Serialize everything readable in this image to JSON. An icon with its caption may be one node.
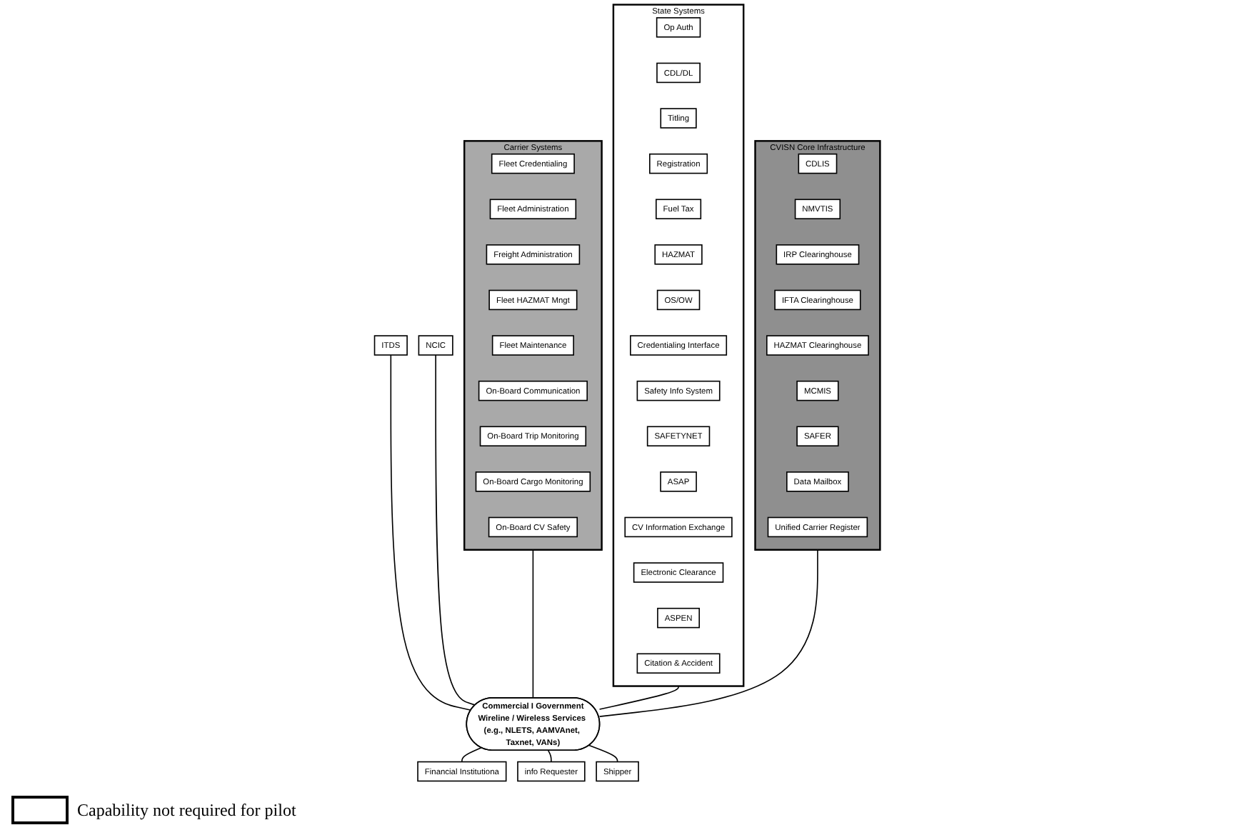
{
  "diagram": {
    "nodes": [
      {
        "text": [
          "Carrier Systems"
        ]
      },
      {
        "text": [
          "Fleet Credentialing"
        ],
        "in": 0
      },
      {
        "text": [
          "Fleet Administration"
        ],
        "in": 0
      },
      {
        "text": [
          "Freight Administration"
        ],
        "in": 0
      },
      {
        "text": [
          "Fleet HAZMAT Mngt"
        ],
        "in": 0
      },
      {
        "text": [
          "Fleet Maintenance"
        ],
        "in": 0
      },
      {
        "text": [
          "On-Board Communication"
        ],
        "in": 0
      },
      {
        "text": [
          "On-Board Trip Monitoring"
        ],
        "in": 0
      },
      {
        "text": [
          "On-Board Cargo Monitoring"
        ],
        "in": 0
      },
      {
        "text": [
          "On-Board CV Safety"
        ],
        "in": 0
      },
      {
        "text": [
          "State Systems"
        ]
      },
      {
        "text": [
          "Op Auth"
        ],
        "in": 10
      },
      {
        "text": [
          "CDL/DL"
        ],
        "in": 10
      },
      {
        "text": [
          "Titling"
        ],
        "in": 10
      },
      {
        "text": [
          "Registration"
        ],
        "in": 10
      },
      {
        "text": [
          "Fuel Tax"
        ],
        "in": 10
      },
      {
        "text": [
          "HAZMAT"
        ],
        "in": 10
      },
      {
        "text": [
          "OS/OW"
        ],
        "in": 10
      },
      {
        "text": [
          "Credentialing Interface"
        ],
        "in": 10
      },
      {
        "text": [
          "Safety Info System"
        ],
        "in": 10
      },
      {
        "text": [
          "SAFETYNET"
        ],
        "in": 10
      },
      {
        "text": [
          "ASAP"
        ],
        "in": 10
      },
      {
        "text": [
          "CV Information Exchange"
        ],
        "in": 10
      },
      {
        "text": [
          "Electronic Clearance"
        ],
        "in": 10
      },
      {
        "text": [
          "ASPEN"
        ],
        "in": 10
      },
      {
        "text": [
          "Citation & Accident"
        ],
        "in": 10
      },
      {
        "text": [
          "CVISN Core Infrastructure"
        ]
      },
      {
        "text": [
          "CDLIS"
        ],
        "in": 26
      },
      {
        "text": [
          "NMVTIS"
        ],
        "in": 26
      },
      {
        "text": [
          "IRP Clearinghouse"
        ],
        "in": 26
      },
      {
        "text": [
          "IFTA Clearinghouse"
        ],
        "in": 26
      },
      {
        "text": [
          "HAZMAT Clearinghouse"
        ],
        "in": 26
      },
      {
        "text": [
          "MCMIS"
        ],
        "in": 26
      },
      {
        "text": [
          "SAFER"
        ],
        "in": 26
      },
      {
        "text": [
          "Data Mailbox"
        ],
        "in": 26
      },
      {
        "text": [
          "Unified Carrier Register"
        ],
        "in": 26
      },
      {
        "text": [
          "ITDS"
        ]
      },
      {
        "text": [
          "NCIC"
        ]
      },
      {
        "text": [
          "Commercial I Government",
          "Wireline / Wireless Services (e.g., NLETS, AAMVAnet, Taxnet, VANs)"
        ]
      },
      {
        "text": [
          "Financial Institutiona"
        ]
      },
      {
        "text": [
          "info Requester"
        ]
      },
      {
        "text": [
          "Shipper"
        ]
      }
    ],
    "edges": [
      {
        "from": 0,
        "to": 38,
        "arrow": "none"
      },
      {
        "from": 10,
        "to": 38,
        "arrow": "none"
      },
      {
        "from": 26,
        "to": 38,
        "arrow": "none"
      },
      {
        "from": 36,
        "to": 38,
        "arrow": "none"
      },
      {
        "from": 37,
        "to": 38,
        "arrow": "none"
      },
      {
        "from": 38,
        "to": 39,
        "arrow": "none"
      },
      {
        "from": 38,
        "to": 40,
        "arrow": "none"
      },
      {
        "from": 38,
        "to": 41,
        "arrow": "none"
      }
    ],
    "legend": [
      {
        "text": "Capability not required for pilot"
      }
    ]
  }
}
